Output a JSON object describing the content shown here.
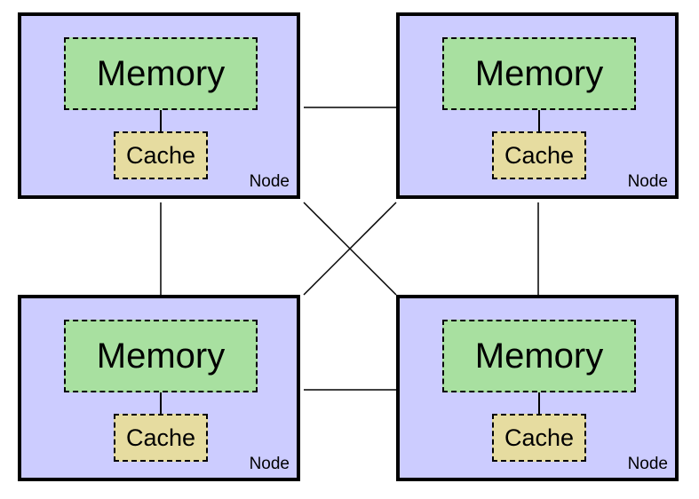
{
  "nodes": [
    {
      "memory_label": "Memory",
      "cache_label": "Cache",
      "node_label": "Node"
    },
    {
      "memory_label": "Memory",
      "cache_label": "Cache",
      "node_label": "Node"
    },
    {
      "memory_label": "Memory",
      "cache_label": "Cache",
      "node_label": "Node"
    },
    {
      "memory_label": "Memory",
      "cache_label": "Cache",
      "node_label": "Node"
    }
  ],
  "colors": {
    "node_fill": "#ccccff",
    "memory_fill": "#a8e0a0",
    "cache_fill": "#e6dca0",
    "border": "#000000"
  }
}
